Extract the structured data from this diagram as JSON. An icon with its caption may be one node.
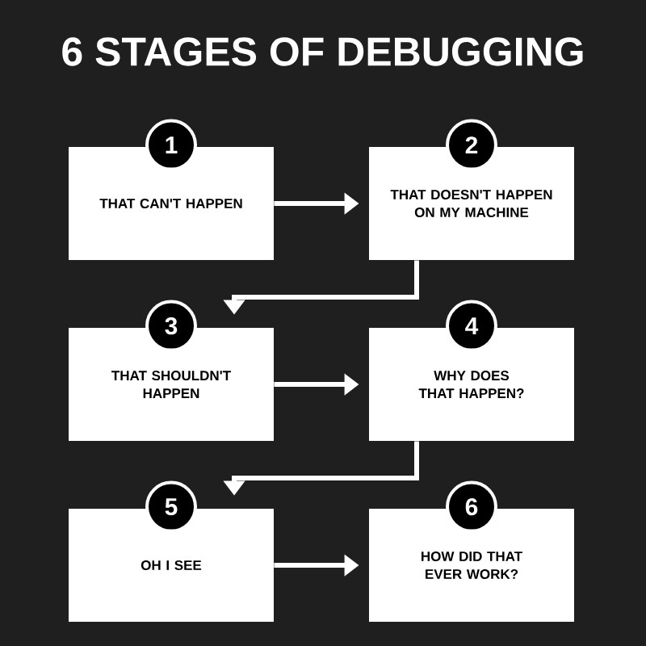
{
  "diagram": {
    "title": "6 STAGES OF DEBUGGING",
    "nodes": [
      {
        "text": [
          "1"
        ]
      },
      {
        "text": [
          "THAT CAN'T HAPPEN"
        ]
      },
      {
        "text": [
          "2"
        ]
      },
      {
        "text": [
          "THAT DOESN'T HAPPEN ON MY MACHINE"
        ]
      },
      {
        "text": [
          "3"
        ]
      },
      {
        "text": [
          "THAT SHOULDN'T HAPPEN"
        ]
      },
      {
        "text": [
          "4"
        ]
      },
      {
        "text": [
          "WHY DOES THAT HAPPEN?"
        ]
      },
      {
        "text": [
          "5"
        ]
      },
      {
        "text": [
          "OH I SEE"
        ]
      },
      {
        "text": [
          "6"
        ]
      },
      {
        "text": [
          "HOW DID THAT EVER WORK?"
        ]
      }
    ],
    "edges": [
      {
        "from": 1,
        "to": 3,
        "arrow": "to"
      },
      {
        "from": 3,
        "to": 5,
        "arrow": "to"
      },
      {
        "from": 5,
        "to": 7,
        "arrow": "to"
      },
      {
        "from": 7,
        "to": 9,
        "arrow": "to"
      },
      {
        "from": 9,
        "to": 11,
        "arrow": "to"
      }
    ]
  }
}
